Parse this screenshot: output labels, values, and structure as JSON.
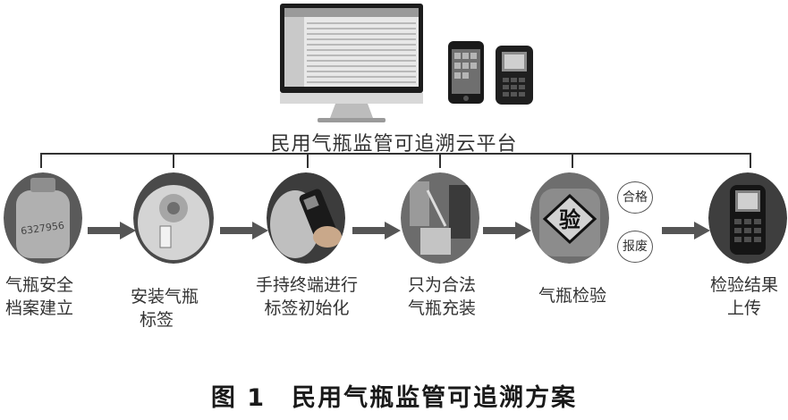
{
  "platform": {
    "title": "民用气瓶监管可追溯云平台"
  },
  "steps": [
    {
      "label_line1": "气瓶安全",
      "label_line2": "档案建立"
    },
    {
      "label_line1": "安装气瓶",
      "label_line2": "标签"
    },
    {
      "label_line1": "手持终端进行",
      "label_line2": "标签初始化"
    },
    {
      "label_line1": "只为合法",
      "label_line2": "气瓶充装"
    },
    {
      "label_line1": "气瓶检验",
      "label_line2": ""
    },
    {
      "label_line1": "检验结果",
      "label_line2": "上传"
    }
  ],
  "inspection": {
    "stamp_text": "验",
    "result_pass": "合格",
    "result_scrap": "报废"
  },
  "cylinder_printed_text": "6327956",
  "caption": "图 1　民用气瓶监管可追溯方案",
  "colors": {
    "line": "#333333",
    "arrow": "#555555",
    "photo_bg": "#2a2a2a"
  }
}
